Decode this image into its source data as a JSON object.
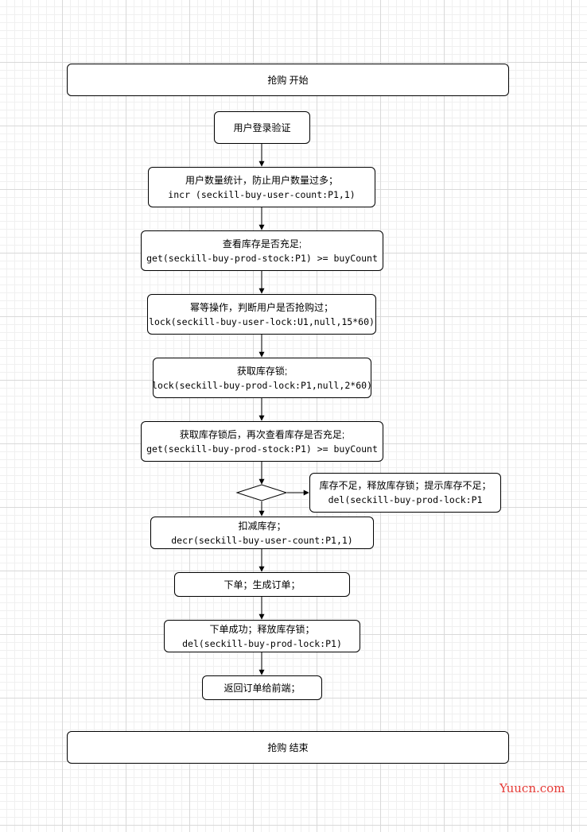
{
  "flowchart": {
    "start": "抢购 开始",
    "login": "用户登录验证",
    "count_user": {
      "line1": "用户数量统计，防止用户数量过多；",
      "line2": "incr (seckill-buy-user-count:P1,1)"
    },
    "check_stock": {
      "line1": "查看库存是否充足;",
      "line2": "get(seckill-buy-prod-stock:P1)  >=  buyCount"
    },
    "idempotent": {
      "line1": "幂等操作，判断用户是否抢购过；",
      "line2": "lock(seckill-buy-user-lock:U1,null,15*60)"
    },
    "get_lock": {
      "line1": "获取库存锁;",
      "line2": "lock(seckill-buy-prod-lock:P1,null,2*60)"
    },
    "recheck_stock": {
      "line1": "获取库存锁后，再次查看库存是否充足;",
      "line2": "get(seckill-buy-prod-stock:P1) >= buyCount"
    },
    "insufficient": {
      "line1": "库存不足，释放库存锁；提示库存不足；",
      "line2": "del(seckill-buy-prod-lock:P1"
    },
    "deduct": {
      "line1": "扣减库存；",
      "line2": "decr(seckill-buy-user-count:P1,1)"
    },
    "order": "下单；生成订单；",
    "release": {
      "line1": "下单成功；释放库存锁；",
      "line2": "del(seckill-buy-prod-lock:P1)"
    },
    "return": "返回订单给前端；",
    "end": "抢购 结束"
  },
  "watermark": "Yuucn.com"
}
